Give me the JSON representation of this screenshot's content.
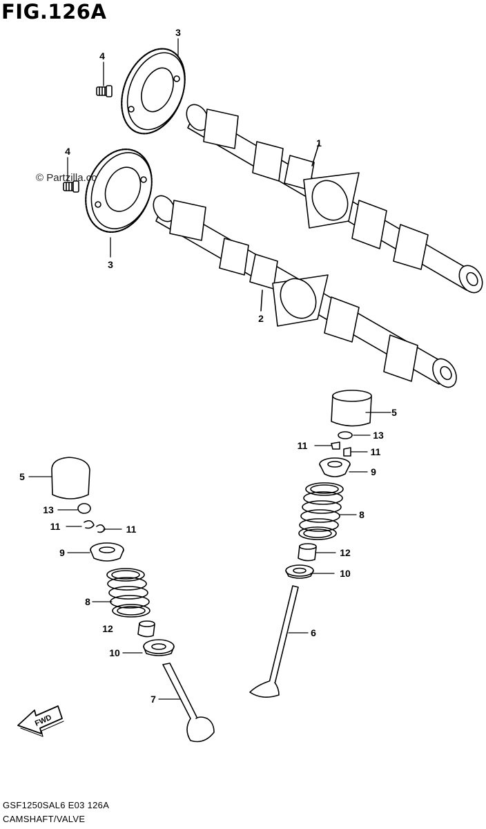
{
  "figure": {
    "title": "FIG.126A",
    "watermark": "© Partzilla.com",
    "code": "GSF1250SAL6 E03 126A",
    "name": "CAMSHAFT/VALVE",
    "fwd_label": "FWD"
  },
  "callouts": [
    {
      "id": "c1",
      "label": "1"
    },
    {
      "id": "c2",
      "label": "2"
    },
    {
      "id": "c3a",
      "label": "3"
    },
    {
      "id": "c3b",
      "label": "3"
    },
    {
      "id": "c4a",
      "label": "4"
    },
    {
      "id": "c4b",
      "label": "4"
    },
    {
      "id": "c5r",
      "label": "5"
    },
    {
      "id": "c13r",
      "label": "13"
    },
    {
      "id": "c11ra",
      "label": "11"
    },
    {
      "id": "c11rb",
      "label": "11"
    },
    {
      "id": "c9r",
      "label": "9"
    },
    {
      "id": "c8r",
      "label": "8"
    },
    {
      "id": "c12r",
      "label": "12"
    },
    {
      "id": "c10r",
      "label": "10"
    },
    {
      "id": "c6",
      "label": "6"
    },
    {
      "id": "c5l",
      "label": "5"
    },
    {
      "id": "c13l",
      "label": "13"
    },
    {
      "id": "c11la",
      "label": "11"
    },
    {
      "id": "c11lb",
      "label": "11"
    },
    {
      "id": "c9l",
      "label": "9"
    },
    {
      "id": "c8l",
      "label": "8"
    },
    {
      "id": "c12l",
      "label": "12"
    },
    {
      "id": "c10l",
      "label": "10"
    },
    {
      "id": "c7",
      "label": "7"
    }
  ]
}
